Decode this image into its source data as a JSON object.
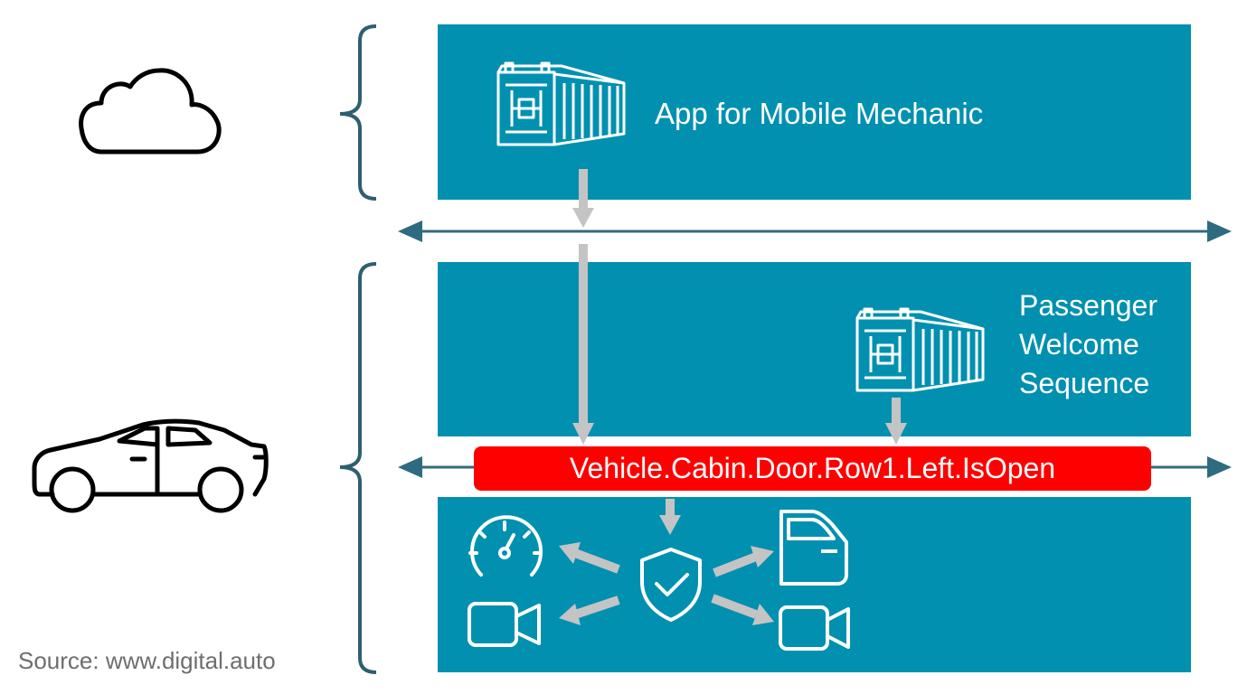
{
  "cloud_layer": {
    "icon": "cloud-icon",
    "app": {
      "icon": "container-icon",
      "label": "App for Mobile Mechanic"
    }
  },
  "vehicle_layer": {
    "icon": "car-icon",
    "app": {
      "icon": "container-icon",
      "label_lines": [
        "Passenger",
        "Welcome",
        "Sequence"
      ]
    },
    "signal": "Vehicle.Cabin.Door.Row1.Left.IsOpen",
    "services": {
      "center_icon": "shield-check-icon",
      "left_icons": [
        "speedometer-icon",
        "camera-icon"
      ],
      "right_icons": [
        "car-door-icon",
        "camera-icon"
      ]
    }
  },
  "source": "Source: www.digital.auto",
  "colors": {
    "panel": "#0290b0",
    "signal": "#ff0000",
    "bus_line": "#2f6b80",
    "flow_arrow": "#c4c4c4",
    "bracket": "#2f5f6e",
    "source_text": "#6e6e6e"
  }
}
